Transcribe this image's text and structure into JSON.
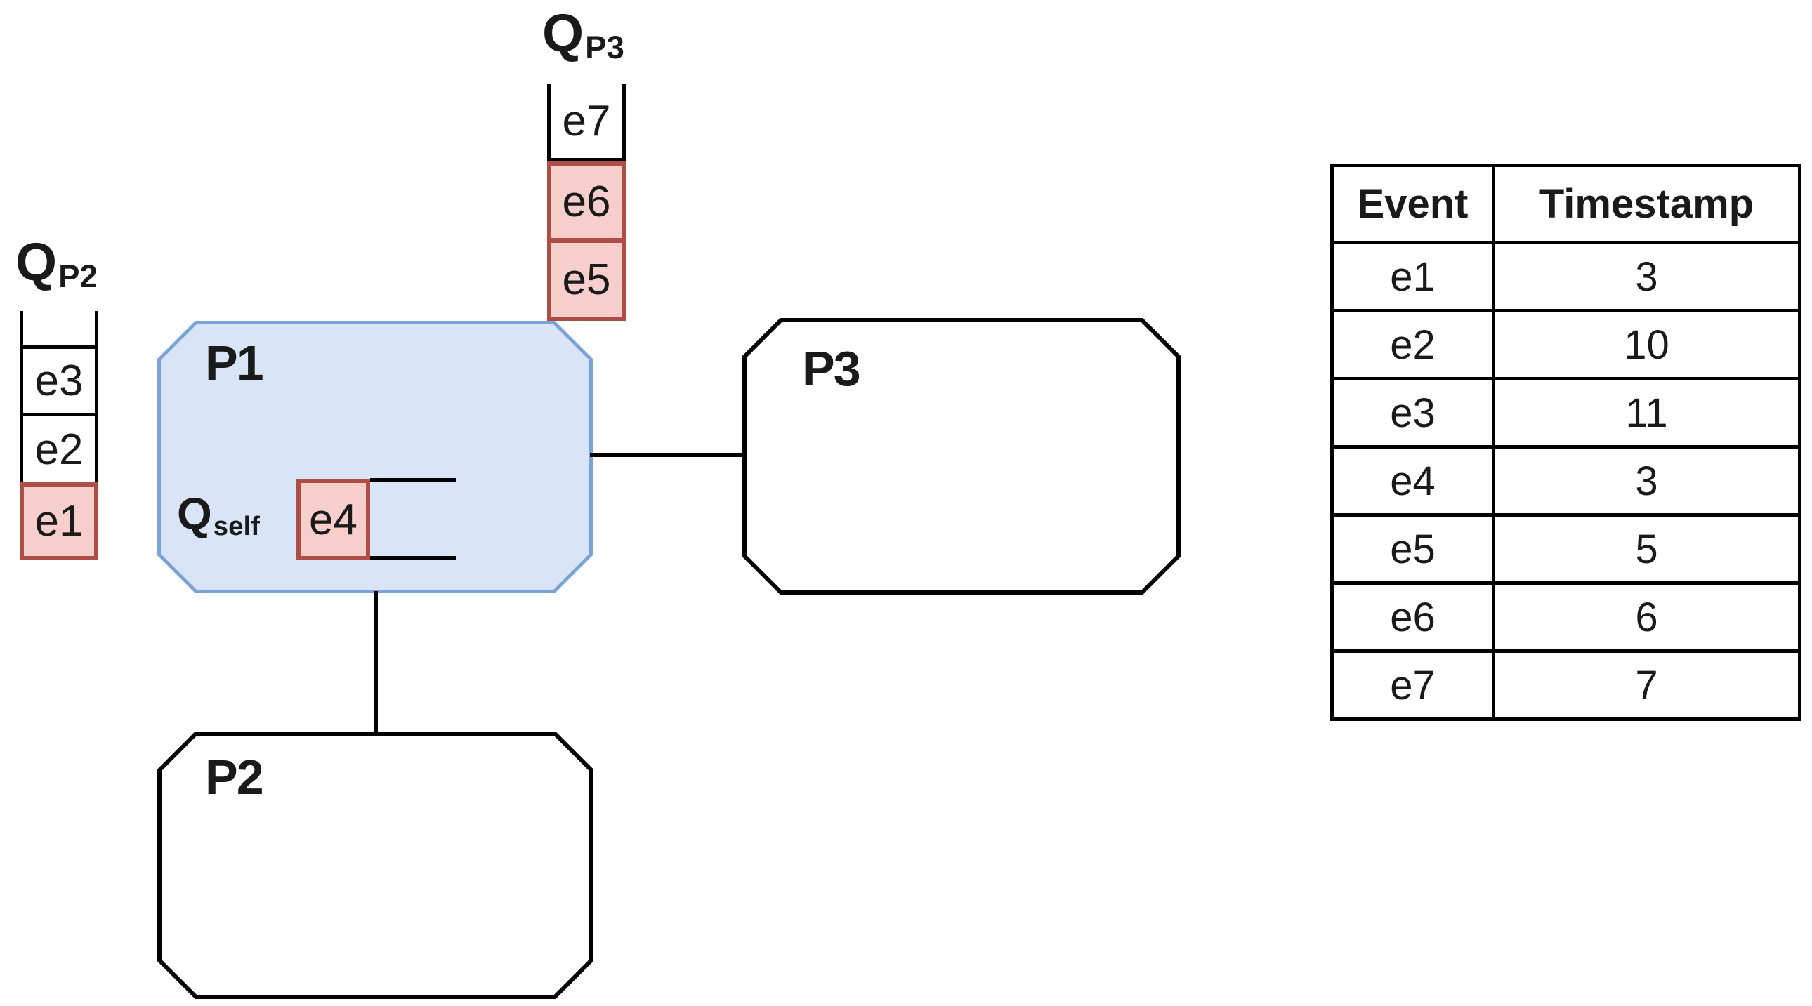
{
  "colors": {
    "pink-fill": "#F6CECB",
    "pink-border": "#AE4F47",
    "blue-fill": "#D9E5F7",
    "blue-border": "#7CA3D8",
    "line": "#000000",
    "text": "#1A1A1A"
  },
  "processes": {
    "p1": {
      "label": "P1"
    },
    "p2": {
      "label": "P2"
    },
    "p3": {
      "label": "P3"
    }
  },
  "queues": {
    "qp2": {
      "label_base": "Q",
      "label_sub": "P2",
      "cells": [
        {
          "id": "e3",
          "highlighted": false
        },
        {
          "id": "e2",
          "highlighted": false
        },
        {
          "id": "e1",
          "highlighted": true
        }
      ]
    },
    "qp3": {
      "label_base": "Q",
      "label_sub": "P3",
      "cells": [
        {
          "id": "e7",
          "highlighted": false
        },
        {
          "id": "e6",
          "highlighted": true
        },
        {
          "id": "e5",
          "highlighted": true
        }
      ]
    },
    "qself": {
      "label_base": "Q",
      "label_sub": "self",
      "cells": [
        {
          "id": "e4",
          "highlighted": true
        }
      ]
    }
  },
  "table": {
    "headers": [
      "Event",
      "Timestamp"
    ],
    "rows": [
      {
        "event": "e1",
        "timestamp": "3"
      },
      {
        "event": "e2",
        "timestamp": "10"
      },
      {
        "event": "e3",
        "timestamp": "11"
      },
      {
        "event": "e4",
        "timestamp": "3"
      },
      {
        "event": "e5",
        "timestamp": "5"
      },
      {
        "event": "e6",
        "timestamp": "6"
      },
      {
        "event": "e7",
        "timestamp": "7"
      }
    ]
  }
}
